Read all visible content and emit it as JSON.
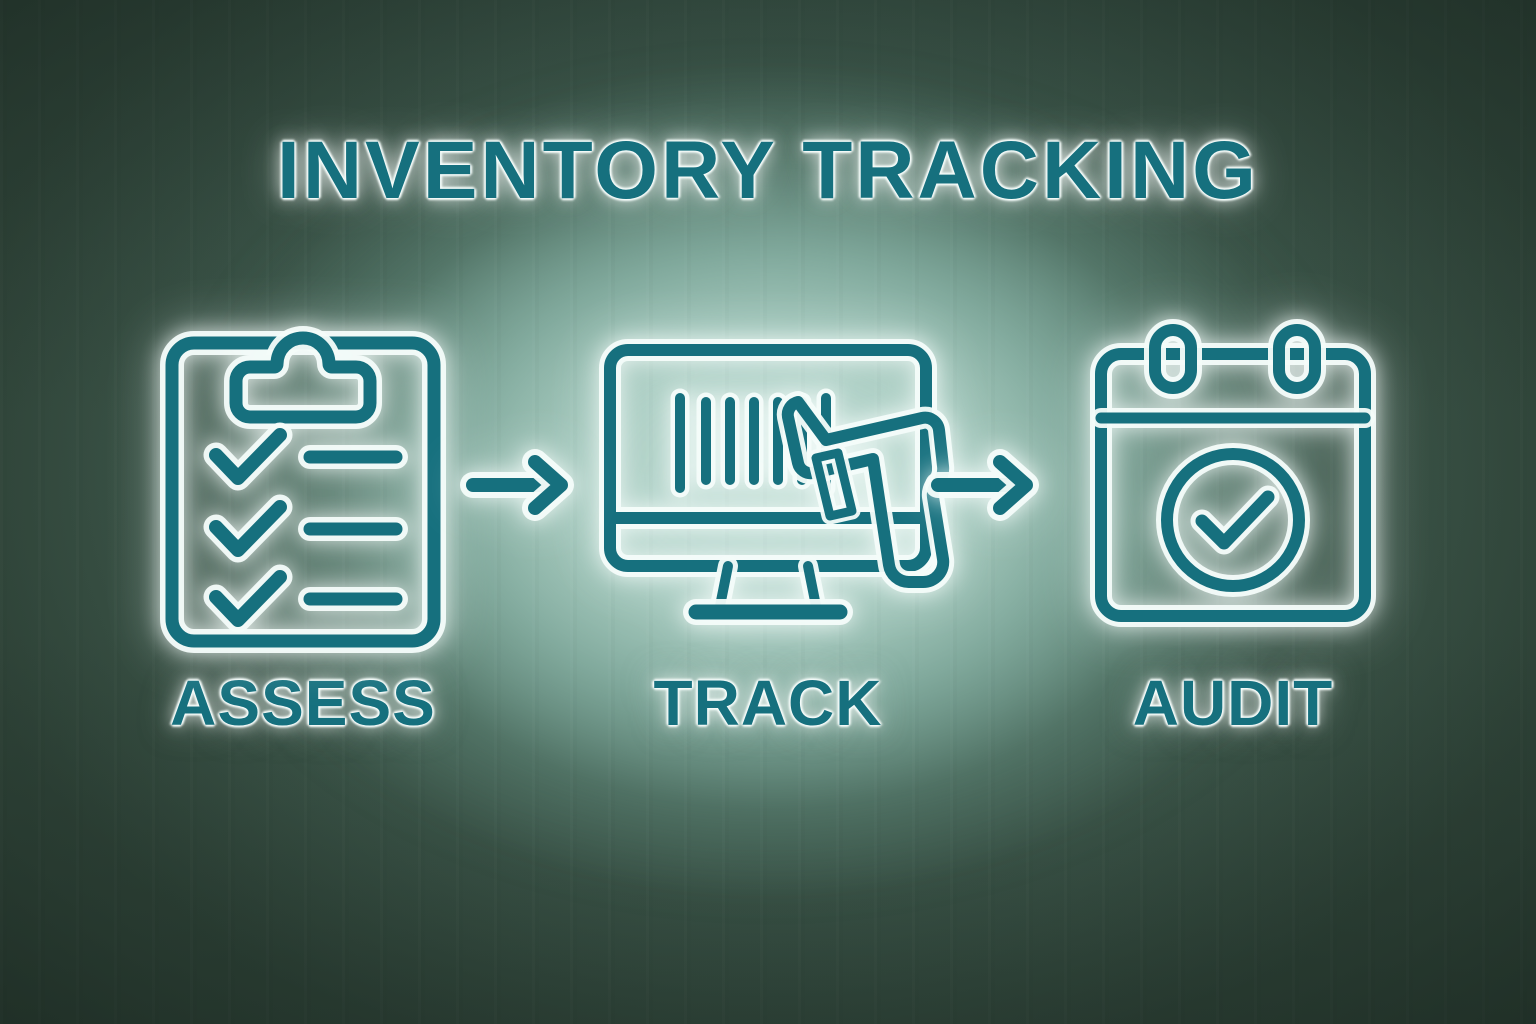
{
  "page": {
    "title": "INVENTORY TRACKING",
    "kind": "process-infographic",
    "step_count": 3
  },
  "colors": {
    "stroke_teal": "#16707e",
    "halo_white": "#f4fcfa",
    "bg_center_sage": "#a7cabe",
    "bg_edge_dark_green": "#2d4238",
    "title_color": "#16707e"
  },
  "steps": [
    {
      "index": 1,
      "label": "ASSESS",
      "icon": "clipboard-checklist-icon",
      "icon_description": "clipboard with three checkmarks and three list lines",
      "checklist_rows": 3
    },
    {
      "index": 2,
      "label": "TRACK",
      "icon": "monitor-barcode-scanner-icon",
      "icon_description": "desktop monitor displaying a barcode with a handheld barcode scanner gun",
      "barcode_bars": 7
    },
    {
      "index": 3,
      "label": "AUDIT",
      "icon": "calendar-check-icon",
      "icon_description": "calendar with two binder rings and a checkmark inside a circle",
      "calendar_rings": 2
    }
  ],
  "connectors": [
    {
      "index": 1,
      "name": "arrow-assess-to-track",
      "direction": "right",
      "glyph": "→"
    },
    {
      "index": 2,
      "name": "arrow-track-to-audit",
      "direction": "right",
      "glyph": "→"
    }
  ]
}
